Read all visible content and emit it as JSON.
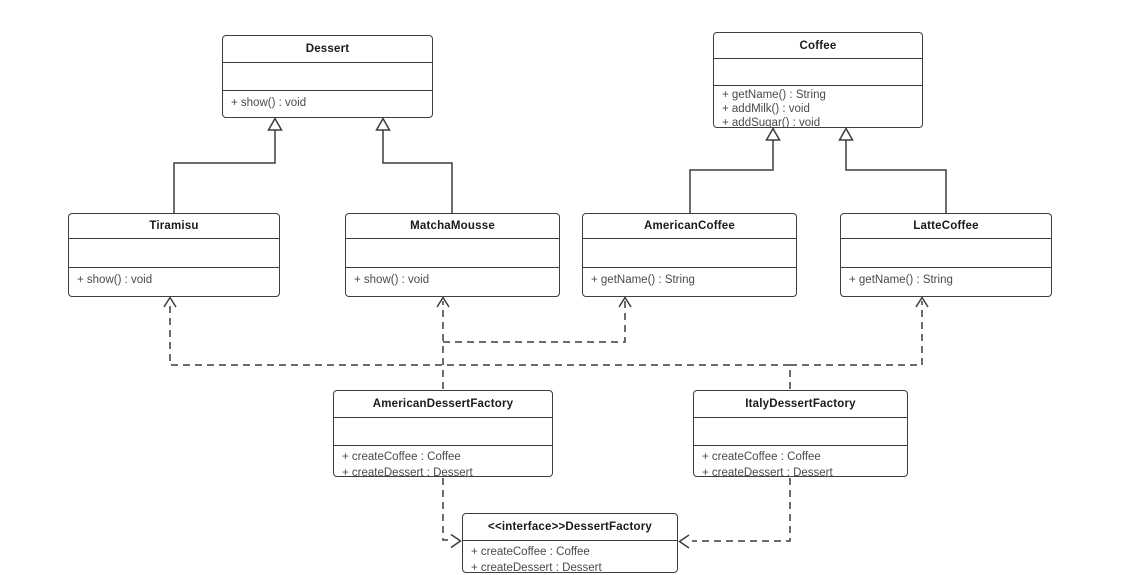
{
  "diagram": {
    "kind": "uml-class-diagram",
    "pattern": "abstract-factory",
    "background_color": "#ffffff",
    "line_color": "#3d3d3d",
    "title_text_color": "#1a1a1a",
    "member_text_color": "#4a4a4a",
    "classes": [
      {
        "id": "dessert",
        "name": "Dessert",
        "attributes": [],
        "methods": [
          "+ show() : void"
        ]
      },
      {
        "id": "coffee",
        "name": "Coffee",
        "attributes": [],
        "methods": [
          "+ getName() : String",
          "+ addMilk() : void",
          "+ addSugar() : void"
        ]
      },
      {
        "id": "tiramisu",
        "name": "Tiramisu",
        "attributes": [],
        "methods": [
          "+ show() : void"
        ]
      },
      {
        "id": "matcha-mousse",
        "name": "MatchaMousse",
        "attributes": [],
        "methods": [
          "+ show() : void"
        ]
      },
      {
        "id": "american-coffee",
        "name": "AmericanCoffee",
        "attributes": [],
        "methods": [
          "+ getName() : String"
        ]
      },
      {
        "id": "latte-coffee",
        "name": "LatteCoffee",
        "attributes": [],
        "methods": [
          "+ getName() : String"
        ]
      },
      {
        "id": "american-dessert-factory",
        "name": "AmericanDessertFactory",
        "attributes": [],
        "methods": [
          "+ createCoffee : Coffee",
          "+ createDessert : Dessert"
        ]
      },
      {
        "id": "italy-dessert-factory",
        "name": "ItalyDessertFactory",
        "attributes": [],
        "methods": [
          "+ createCoffee : Coffee",
          "+ createDessert : Dessert"
        ]
      },
      {
        "id": "dessert-factory",
        "name": "<<interface>>DessertFactory",
        "attributes": [],
        "methods": [
          "+ createCoffee : Coffee",
          "+ createDessert : Dessert"
        ]
      }
    ],
    "relations": [
      {
        "from": "Tiramisu",
        "to": "Dessert",
        "type": "generalization",
        "line": "solid",
        "arrow": "hollow-triangle"
      },
      {
        "from": "MatchaMousse",
        "to": "Dessert",
        "type": "generalization",
        "line": "solid",
        "arrow": "hollow-triangle"
      },
      {
        "from": "AmericanCoffee",
        "to": "Coffee",
        "type": "generalization",
        "line": "solid",
        "arrow": "hollow-triangle"
      },
      {
        "from": "LatteCoffee",
        "to": "Coffee",
        "type": "generalization",
        "line": "solid",
        "arrow": "hollow-triangle"
      },
      {
        "from": "AmericanDessertFactory",
        "to": "MatchaMousse",
        "type": "dependency",
        "line": "dashed",
        "arrow": "open"
      },
      {
        "from": "AmericanDessertFactory",
        "to": "AmericanCoffee",
        "type": "dependency",
        "line": "dashed",
        "arrow": "open"
      },
      {
        "from": "ItalyDessertFactory",
        "to": "Tiramisu",
        "type": "dependency",
        "line": "dashed",
        "arrow": "open"
      },
      {
        "from": "ItalyDessertFactory",
        "to": "LatteCoffee",
        "type": "dependency",
        "line": "dashed",
        "arrow": "open"
      },
      {
        "from": "AmericanDessertFactory",
        "to": "<<interface>>DessertFactory",
        "type": "realization",
        "line": "dashed",
        "arrow": "open"
      },
      {
        "from": "ItalyDessertFactory",
        "to": "<<interface>>DessertFactory",
        "type": "realization",
        "line": "dashed",
        "arrow": "open"
      }
    ]
  }
}
